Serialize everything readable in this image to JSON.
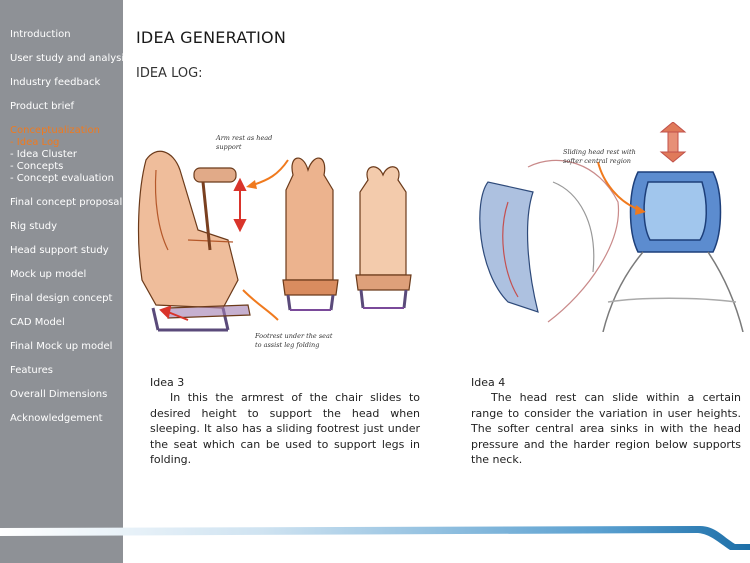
{
  "sidebar": {
    "items": [
      {
        "label": "Introduction",
        "active": false
      },
      {
        "label": "User study and analysis",
        "active": false
      },
      {
        "label": "Industry feedback",
        "active": false
      },
      {
        "label": "Product brief",
        "active": false
      },
      {
        "label": "Conceptualization",
        "active": true
      },
      {
        "label": "Final concept proposal",
        "active": false
      },
      {
        "label": "Rig study",
        "active": false
      },
      {
        "label": "Head support study",
        "active": false
      },
      {
        "label": "Mock up model",
        "active": false
      },
      {
        "label": "Final design concept",
        "active": false
      },
      {
        "label": "CAD Model",
        "active": false
      },
      {
        "label": "Final Mock up model",
        "active": false
      },
      {
        "label": "Features",
        "active": false
      },
      {
        "label": "Overall Dimensions",
        "active": false
      },
      {
        "label": "Acknowledgement",
        "active": false
      }
    ],
    "subitems": [
      {
        "label": "- Idea Log",
        "active": true
      },
      {
        "label": "- Idea Cluster",
        "active": false
      },
      {
        "label": "- Concepts",
        "active": false
      },
      {
        "label": "- Concept evaluation",
        "active": false
      }
    ]
  },
  "main": {
    "title": "IDEA GENERATION",
    "subtitle": "IDEA LOG:",
    "ideas": [
      {
        "title": "Idea 3",
        "body": "In this the armrest of the chair slides to desired height to support the head when sleeping. It also has a sliding footrest just under the seat which can be used to support legs in folding."
      },
      {
        "title": "Idea 4",
        "body": "The head rest can slide within a certain range to consider the variation in user heights. The softer central area sinks in with the head pressure and the harder region below supports the neck."
      }
    ],
    "annotations": {
      "arm_rest": [
        "Arm rest as head",
        "support"
      ],
      "footrest": [
        "Footrest under the seat",
        "to assist leg folding"
      ],
      "head_rest": [
        "Sliding head rest with",
        "softer central region"
      ]
    }
  },
  "colors": {
    "sidebar_bg": "#8e9196",
    "active": "#f07a1e",
    "footer_blue": "#1d6fa8"
  }
}
